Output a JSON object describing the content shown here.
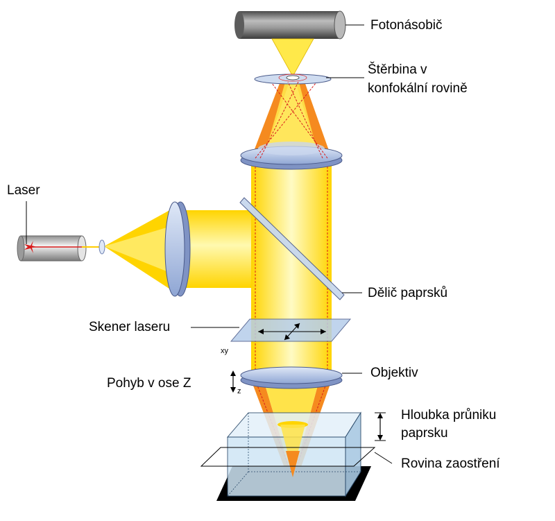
{
  "labels": {
    "photomultiplier": "Fotonásobič",
    "slit_line1": "Štěrbina v",
    "slit_line2": "konfokální rovině",
    "laser": "Laser",
    "beam_splitter": "Dělič paprsků",
    "scanner": "Skener laseru",
    "scanner_axis": "xy",
    "z_motion": "Pohyb v ose Z",
    "z_axis": "z",
    "objective": "Objektiv",
    "depth_line1": "Hloubka průniku",
    "depth_line2": "paprsku",
    "focal_plane": "Rovina zaostření"
  },
  "colors": {
    "beam_yellow": "#ffe600",
    "beam_orange": "#f58a1f",
    "lens_blue": "#b9cdea",
    "lens_edge": "#6c7fb0",
    "sample_blue": "#cfe6f5",
    "ray_red": "#d81b1b",
    "device_grey": "#8a8a8a"
  }
}
